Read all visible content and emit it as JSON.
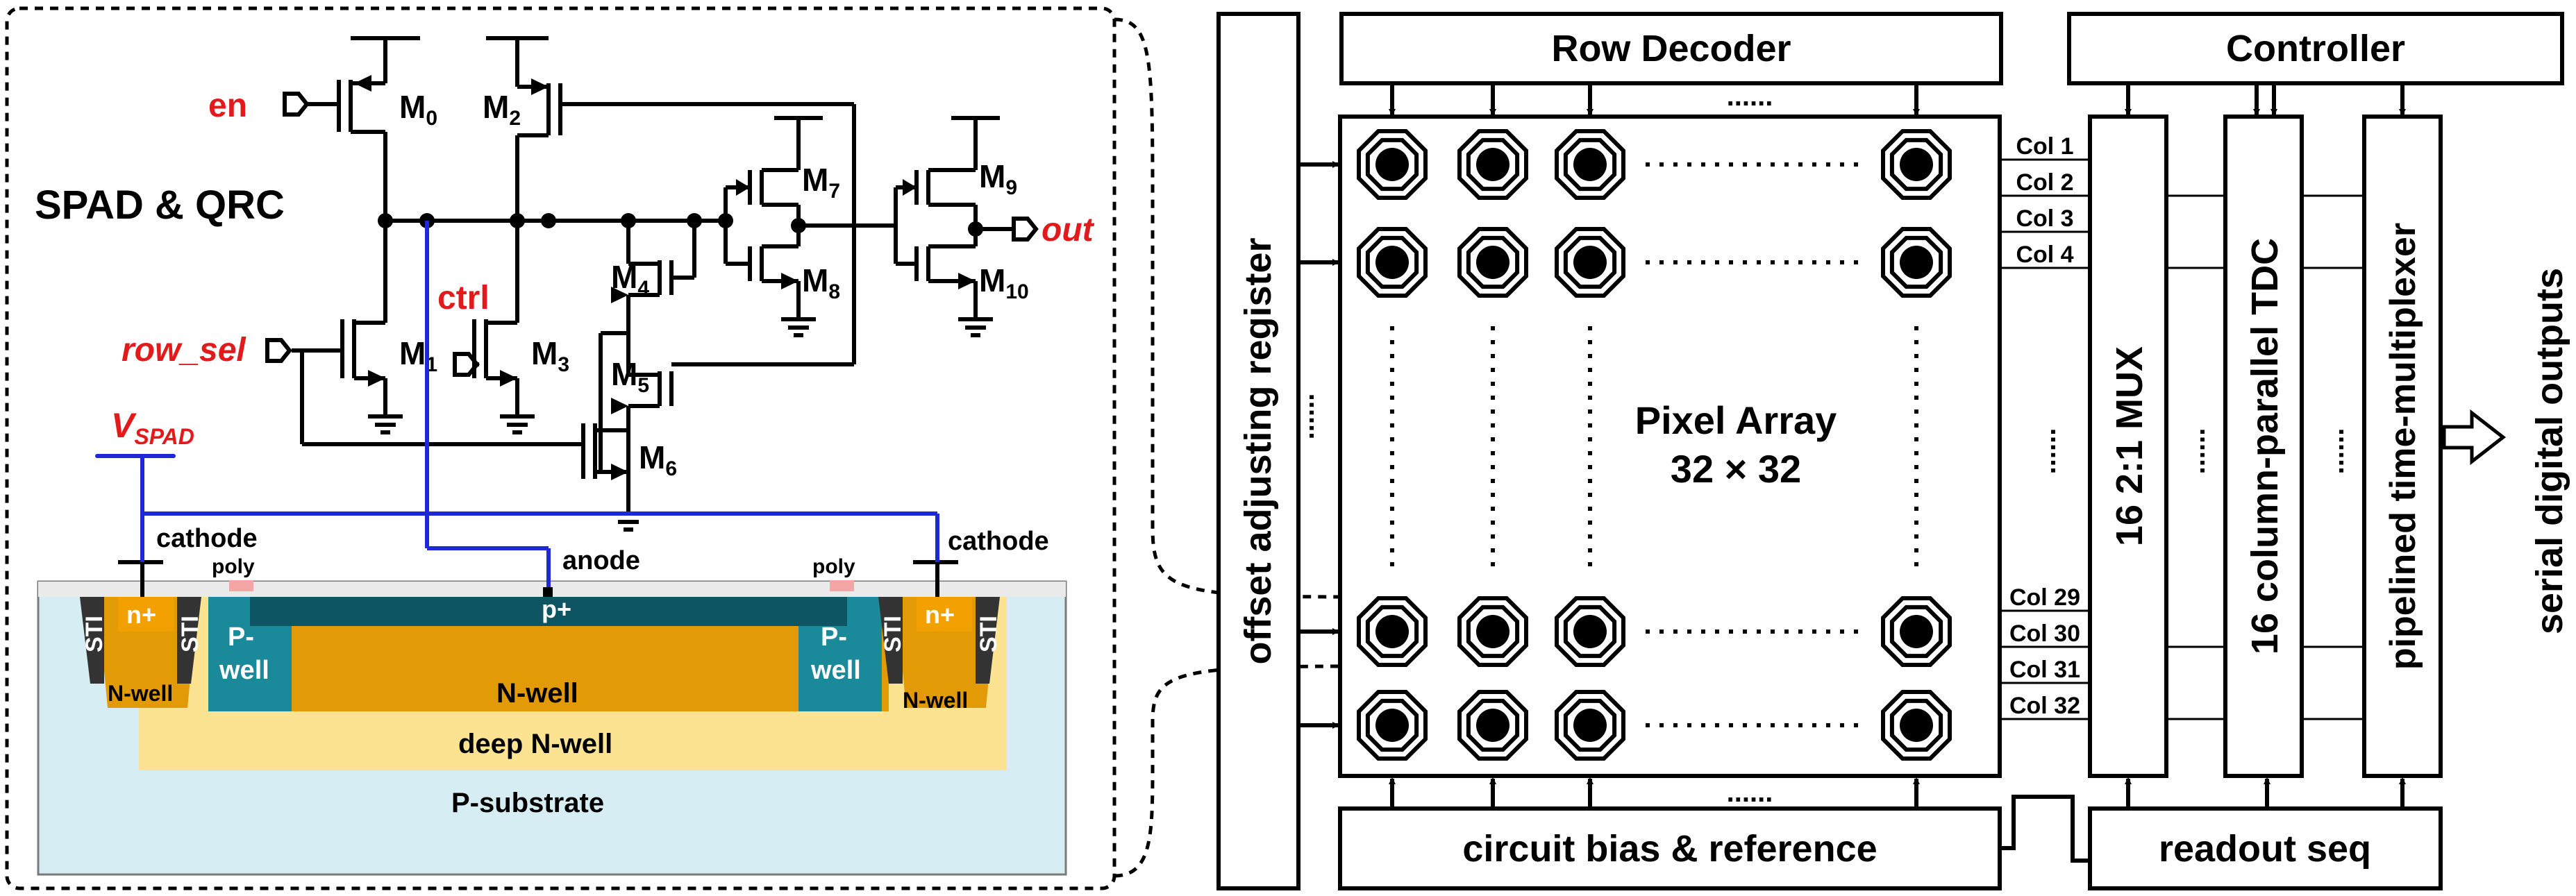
{
  "circuit": {
    "title": "SPAD & QRC",
    "signals": {
      "en": "en",
      "row_sel": "row_sel",
      "ctrl": "ctrl",
      "out": "out",
      "vspad_main": "V",
      "vspad_sub": "SPAD"
    },
    "transistors": [
      {
        "main": "M",
        "sub": "0"
      },
      {
        "main": "M",
        "sub": "1"
      },
      {
        "main": "M",
        "sub": "2"
      },
      {
        "main": "M",
        "sub": "3"
      },
      {
        "main": "M",
        "sub": "4"
      },
      {
        "main": "M",
        "sub": "5"
      },
      {
        "main": "M",
        "sub": "6"
      },
      {
        "main": "M",
        "sub": "7"
      },
      {
        "main": "M",
        "sub": "8"
      },
      {
        "main": "M",
        "sub": "9"
      },
      {
        "main": "M",
        "sub": "10"
      }
    ]
  },
  "cross_section": {
    "cathode_left": "cathode",
    "cathode_right": "cathode",
    "anode": "anode",
    "poly_left": "poly",
    "poly_right": "poly",
    "sti": [
      "STI",
      "STI",
      "STI",
      "STI"
    ],
    "nplus_left": "n+",
    "nplus_right": "n+",
    "pplus": "p+",
    "pwell_left_1": "P-",
    "pwell_left_2": "well",
    "pwell_right_1": "P-",
    "pwell_right_2": "well",
    "nwell_left": "N-well",
    "nwell_center": "N-well",
    "nwell_right": "N-well",
    "deep_nwell": "deep N-well",
    "psubstrate": "P-substrate",
    "colors": {
      "substrate": "#d6edf3",
      "deep_nwell": "#fce391",
      "nwell": "#e29a07",
      "pwell": "#1a8a9a",
      "pplus": "#0e5564",
      "sti": "#333333",
      "nplus": "#f2a000",
      "poly": "#f4a6a6",
      "surface": "#eaeaea"
    }
  },
  "architecture": {
    "row_decoder": "Row Decoder",
    "controller": "Controller",
    "offset_register": "offset adjusting register",
    "pixel_array_line1": "Pixel Array",
    "pixel_array_line2": "32 × 32",
    "mux": "16 2:1 MUX",
    "tdc": "16 column-parallel TDC",
    "multiplexer": "pipelined time-multiplexer",
    "bias": "circuit bias & reference",
    "readout": "readout seq",
    "output": "serial digital outputs",
    "ellipsis": "......",
    "columns": [
      "Col 1",
      "Col 2",
      "Col 3",
      "Col 4",
      "Col 29",
      "Col 30",
      "Col 31",
      "Col 32"
    ]
  }
}
